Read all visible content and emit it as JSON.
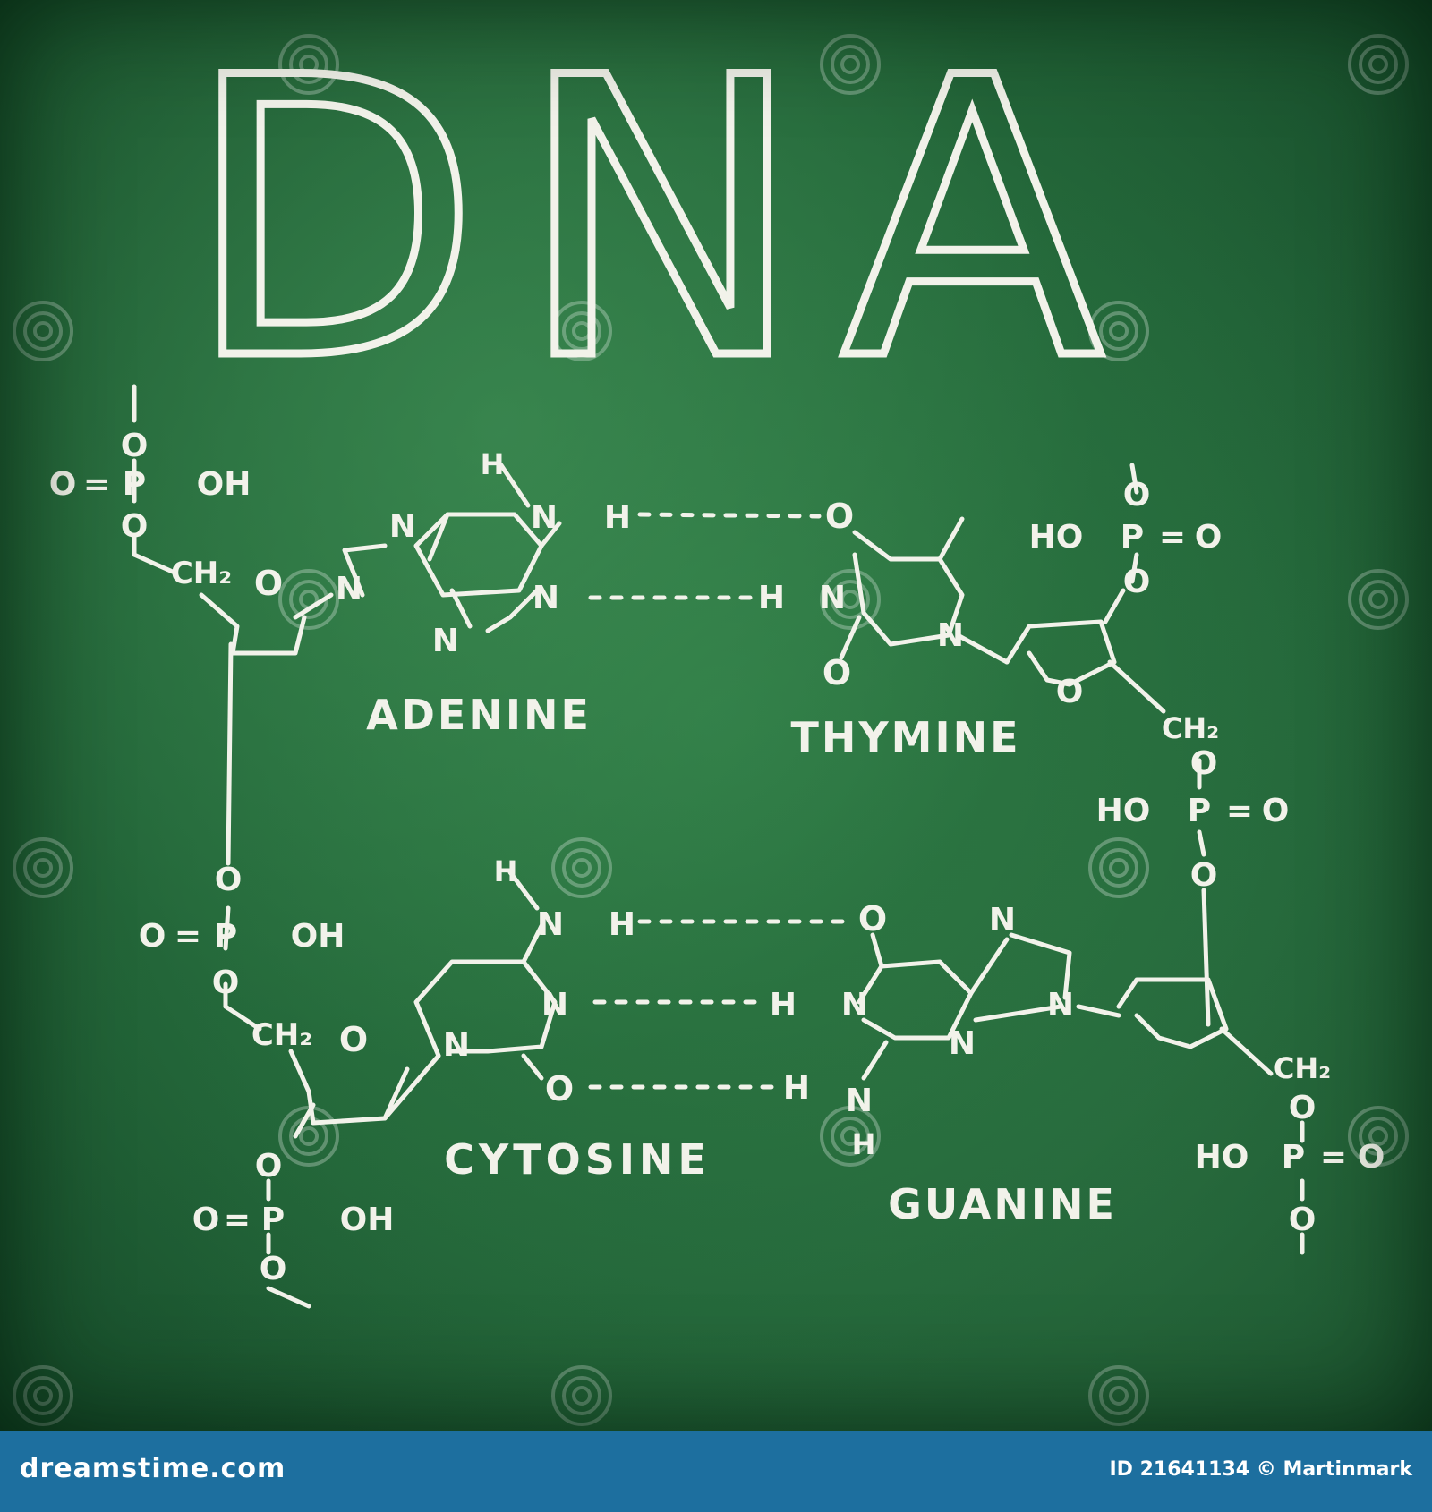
{
  "title": "DNA",
  "bases": {
    "adenine": "ADENINE",
    "thymine": "THYMINE",
    "cytosine": "CYTOSINE",
    "guanine": "GUANINE"
  },
  "atoms": {
    "O": "O",
    "N": "N",
    "H": "H",
    "P": "P",
    "OH": "OH",
    "HO": "HO",
    "CH2": "CH₂",
    "eq": "="
  },
  "watermark": {
    "text": "dreamstime"
  },
  "footer": {
    "site": "dreamstime.com",
    "id_label": "ID",
    "id_value": "21641134",
    "copyright": "©",
    "author": "Martinmark"
  },
  "colors": {
    "chalk": "#f2f2ea",
    "board": "#23673a",
    "footer": "#1d6f9f"
  }
}
